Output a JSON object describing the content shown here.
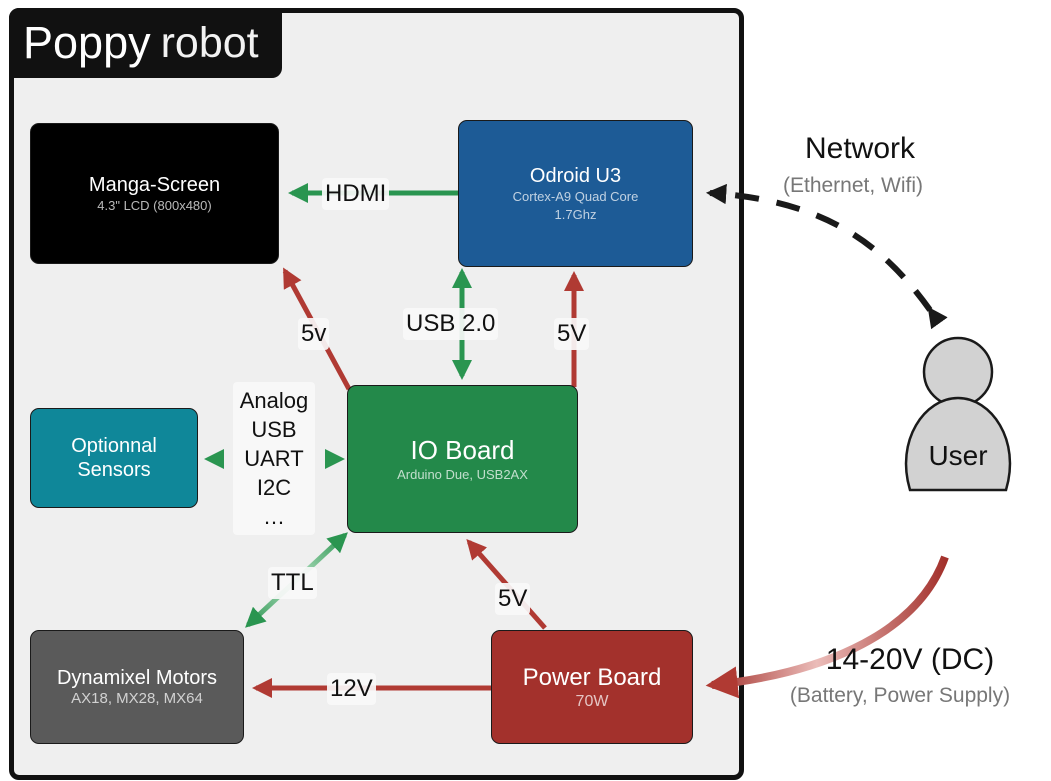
{
  "title": {
    "word1": "Poppy",
    "word2": "robot"
  },
  "colors": {
    "frame_bg": "#efefef",
    "frame_border": "#111111",
    "screen": "#000000",
    "odroid": "#1d5b96",
    "io_board": "#23894a",
    "sensors": "#0f8799",
    "motors": "#5a5a5a",
    "power": "#a3312c",
    "data_arrow": "#2a9550",
    "power_arrow": "#b03a33",
    "user": "#d2d2d2"
  },
  "boxes": {
    "screen": {
      "title": "Manga-Screen",
      "subtitle": "4.3\" LCD (800x480)"
    },
    "odroid": {
      "title": "Odroid U3",
      "subtitle1": "Cortex-A9 Quad Core",
      "subtitle2": "1.7Ghz"
    },
    "io": {
      "title": "IO Board",
      "subtitle": "Arduino Due, USB2AX"
    },
    "sensors": {
      "title1": "Optionnal",
      "title2": "Sensors"
    },
    "motors": {
      "title": "Dynamixel Motors",
      "subtitle": "AX18, MX28, MX64"
    },
    "power": {
      "title": "Power Board",
      "subtitle": "70W"
    }
  },
  "labels": {
    "hdmi": "HDMI",
    "usb": "USB 2.0",
    "v5_screen": "5v",
    "v5_odroid": "5V",
    "v5_io": "5V",
    "v12": "12V",
    "ttl": "TTL",
    "sensor_link": [
      "Analog",
      "USB",
      "UART",
      "I2C",
      "…"
    ]
  },
  "external": {
    "network_title": "Network",
    "network_sub": "(Ethernet, Wifi)",
    "user": "User",
    "power_title": "14-20V (DC)",
    "power_sub": "(Battery, Power Supply)"
  }
}
